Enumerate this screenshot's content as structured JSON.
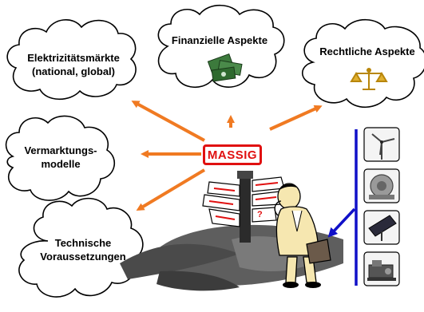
{
  "clouds": {
    "elektrizitaet_line1": "Elektrizitätsmärkte",
    "elektrizitaet_line2": "(national, global)",
    "finanzielle": "Finanzielle Aspekte",
    "rechtliche": "Rechtliche Aspekte",
    "vermarktung_line1": "Vermarktungs-",
    "vermarktung_line2": "modelle",
    "technische_line1": "Technische",
    "technische_line2": "Voraussetzungen"
  },
  "center": {
    "label": "MASSIG"
  },
  "colors": {
    "arrow": "#f07a22",
    "massig": "#e01010",
    "bracket": "#1010c8"
  },
  "icons": [
    "money-icon",
    "scales-icon",
    "wind-turbine-icon",
    "hydro-turbine-icon",
    "solar-panel-icon",
    "engine-icon"
  ]
}
